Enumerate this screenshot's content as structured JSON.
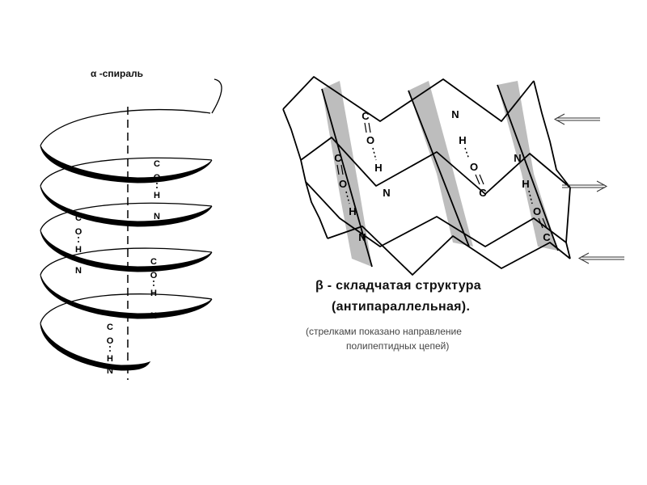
{
  "alpha_helix": {
    "title": "α -спираль",
    "bond_groups": [
      {
        "c": "C",
        "o": "O",
        "h": "H",
        "n": "N"
      },
      {
        "c": "C",
        "o": "O",
        "h": "H",
        "n": "N"
      },
      {
        "c": "C",
        "o": "O",
        "h": "H",
        "n": "N"
      },
      {
        "c": "C",
        "o": "O",
        "h": "H",
        "n": "N"
      }
    ]
  },
  "beta_sheet": {
    "title_line1": "β - складчатая структура",
    "title_line2": "(антипараллельная).",
    "note_line1": "(стрелками показано направление",
    "note_line2": "полипептидных цепей)",
    "atoms": {
      "c": "C",
      "o": "O",
      "n": "N",
      "h": "H"
    },
    "arrows": [
      "left",
      "right",
      "left"
    ]
  }
}
